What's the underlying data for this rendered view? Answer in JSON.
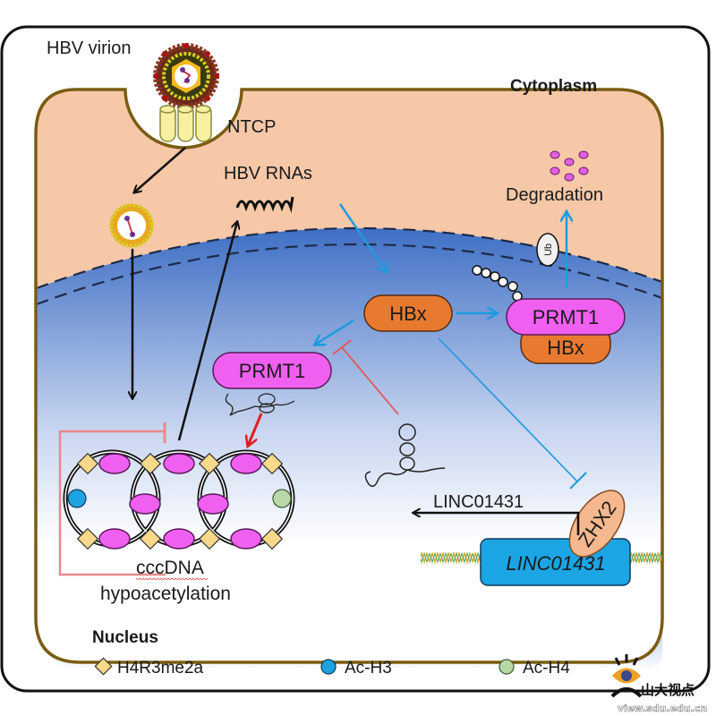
{
  "labels": {
    "virion": "HBV virion",
    "ntcp": "NTCP",
    "cytoplasm": "Cytoplasm",
    "hbv_rnas": "HBV RNAs",
    "degradation": "Degradation",
    "ub": "Ub",
    "hbx": "HBx",
    "prmt1_complex": "PRMT1",
    "hbx_complex": "HBx",
    "prmt1_nuclear": "PRMT1",
    "lincrna_product": "LINC01431",
    "gene": "LINC01431",
    "zhx2": "ZHX2",
    "cccdna": "cccDNA",
    "hypoacetylation": "hypoacetylation",
    "nucleus": "Nucleus"
  },
  "legend": [
    {
      "label": "H4R3me2a",
      "shape": "diamond",
      "color": "#f8d98a"
    },
    {
      "label": "Ac-H3",
      "shape": "circle",
      "color": "#1fa2e0"
    },
    {
      "label": "Ac-H4",
      "shape": "circle",
      "color": "#b9d8a8"
    }
  ],
  "watermark": {
    "text": "山大视点",
    "url_text": "view.sdu.edu.cn"
  },
  "colors": {
    "cytoplasm": "#f6c8a8",
    "membrane": "#7a5c12",
    "nucleus_top": "#4a78c8",
    "hbx": "#e87a30",
    "prmt1": "#f060f0",
    "gene_box": "#1ca5e5",
    "zhx2": "#f6b88e",
    "activation": "#1e9be0",
    "inhibition_red": "#e05a5a",
    "red_arrow": "#e02020"
  }
}
